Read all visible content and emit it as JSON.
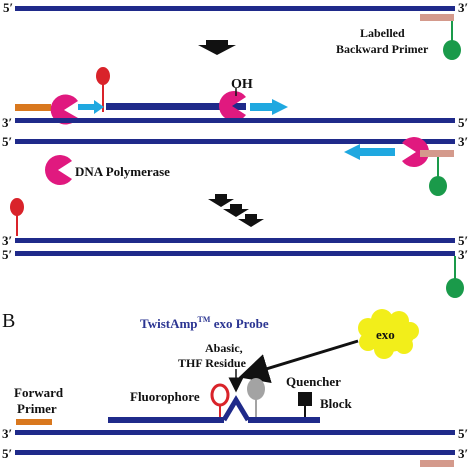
{
  "panel_b_letter": "B",
  "strand_ends": {
    "five": "5′",
    "three": "3′"
  },
  "labels": {
    "labelled_backward_primer_line1": "Labelled",
    "labelled_backward_primer_line2": "Backward Primer",
    "oh": "OH",
    "dna_polymerase": "DNA Polymerase",
    "probe_title": "TwistAmp",
    "probe_tm": "TM",
    "probe_suffix": " exo Probe",
    "exo": "exo",
    "abasic_line1": "Abasic,",
    "abasic_line2": "THF Residue",
    "fluorophore": "Fluorophore",
    "quencher": "Quencher",
    "block": "Block",
    "forward_primer_line1": "Forward",
    "forward_primer_line2": "Primer"
  },
  "colors": {
    "strand": "#1f2a8a",
    "primer_salmon": "#d49a8c",
    "primer_orange": "#d9781e",
    "label_green": "#1a9a4a",
    "label_red": "#d9232a",
    "polymerase": "#e0197f",
    "arrow_cyan": "#1fa8e0",
    "exo_yellow": "#f2ee1a",
    "quencher_grey": "#a3a3a3",
    "probe_title_blue": "#2b3592"
  }
}
